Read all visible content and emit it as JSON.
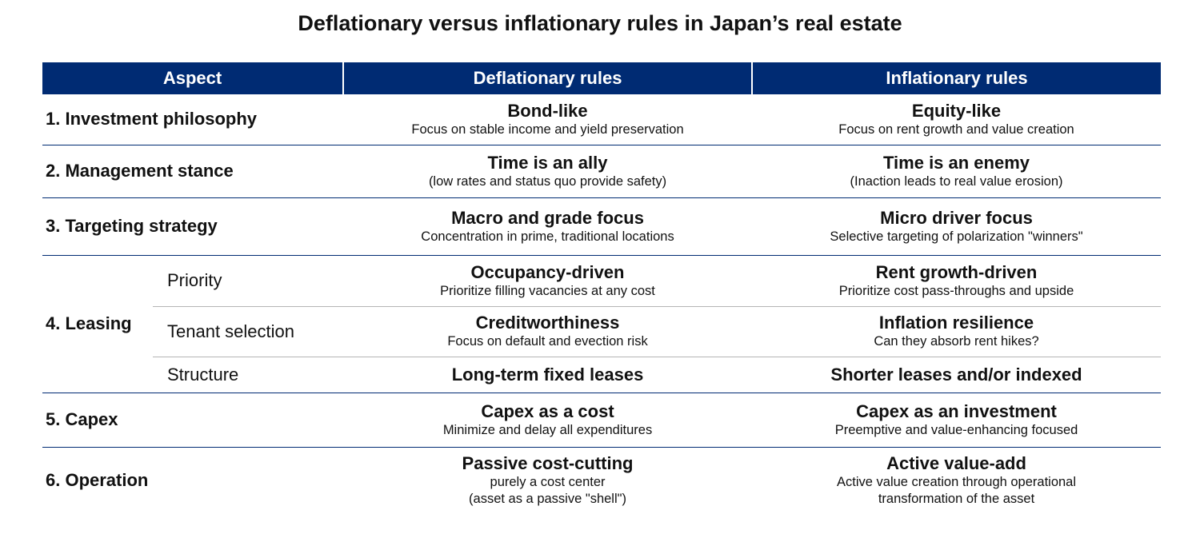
{
  "title": "Deflationary versus inflationary rules in Japan’s real estate",
  "headers": [
    "Aspect",
    "Deflationary rules",
    "Inflationary rules"
  ],
  "rows": {
    "investment_philosophy": {
      "aspect": "1. Investment philosophy",
      "deflationary": {
        "main": "Bond-like",
        "desc": [
          "Focus on stable income and yield preservation"
        ]
      },
      "inflationary": {
        "main": "Equity-like",
        "desc": [
          "Focus on rent growth and value creation"
        ]
      }
    },
    "management_stance": {
      "aspect": "2. Management stance",
      "deflationary": {
        "main": "Time is an ally",
        "desc": [
          "(low rates and status quo provide safety)"
        ]
      },
      "inflationary": {
        "main": "Time is an enemy",
        "desc": [
          "(Inaction leads to real value erosion)"
        ]
      }
    },
    "targeting_strategy": {
      "aspect": "3. Targeting strategy",
      "deflationary": {
        "main": "Macro and grade focus",
        "desc": [
          "Concentration in prime, traditional locations"
        ]
      },
      "inflationary": {
        "main": "Micro driver focus",
        "desc": [
          "Selective targeting of polarization \"winners\""
        ]
      }
    },
    "leasing": {
      "aspect": "4. Leasing",
      "subrows": [
        {
          "label": "Priority",
          "deflationary": {
            "main": "Occupancy-driven",
            "desc": [
              "Prioritize filling vacancies at any cost"
            ]
          },
          "inflationary": {
            "main": "Rent growth-driven",
            "desc": [
              "Prioritize cost pass-throughs and upside"
            ]
          }
        },
        {
          "label": "Tenant selection",
          "deflationary": {
            "main": "Creditworthiness",
            "desc": [
              "Focus on default and evection risk"
            ]
          },
          "inflationary": {
            "main": "Inflation resilience",
            "desc": [
              "Can they absorb rent hikes?"
            ]
          }
        },
        {
          "label": "Structure",
          "deflationary": {
            "main": "Long-term fixed leases",
            "desc": []
          },
          "inflationary": {
            "main": "Shorter leases and/or indexed",
            "desc": []
          }
        }
      ]
    },
    "capex": {
      "aspect": "5. Capex",
      "deflationary": {
        "main": "Capex as a cost",
        "desc": [
          "Minimize and delay all expenditures"
        ]
      },
      "inflationary": {
        "main": "Capex as an investment",
        "desc": [
          "Preemptive and value-enhancing focused"
        ]
      }
    },
    "operation": {
      "aspect": "6. Operation",
      "deflationary": {
        "main": "Passive cost-cutting",
        "desc": [
          "purely a cost center",
          "(asset as a passive \"shell\")"
        ]
      },
      "inflationary": {
        "main": "Active value-add",
        "desc": [
          "Active value creation through operational",
          "transformation of the asset"
        ]
      }
    }
  },
  "colors": {
    "header_bg": "#002b73",
    "header_text": "#ffffff",
    "row_divider": "#002b73",
    "sub_divider": "#b5b5b5"
  }
}
